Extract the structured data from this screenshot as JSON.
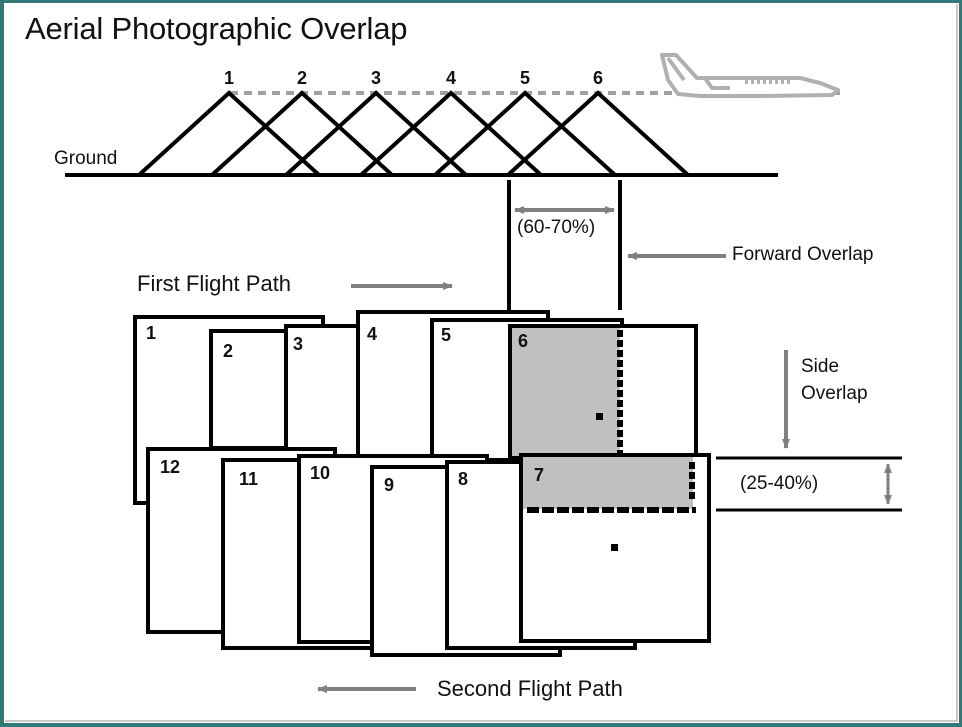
{
  "title": "Aerial Photographic Overlap",
  "ground_label": "Ground",
  "exposure_stations": [
    "1",
    "2",
    "3",
    "4",
    "5",
    "6"
  ],
  "forward_overlap": {
    "label": "Forward Overlap",
    "range": "(60-70%)"
  },
  "side_overlap": {
    "label_line1": "Side",
    "label_line2": "Overlap",
    "range": "(25-40%)"
  },
  "first_flight_path": {
    "label": "First Flight Path",
    "direction": "right",
    "photos": [
      "1",
      "2",
      "3",
      "4",
      "5",
      "6"
    ]
  },
  "second_flight_path": {
    "label": "Second Flight Path",
    "direction": "left",
    "photos": [
      "12",
      "11",
      "10",
      "9",
      "8",
      "7"
    ]
  },
  "colors": {
    "frame_border": "#2f7a78",
    "overlap_fill": "#c0c0c0",
    "arrow_gray": "#808080",
    "flight_line": "#a0a0a0",
    "ink": "#000000"
  },
  "icons": {
    "aircraft": "airplane-icon"
  }
}
